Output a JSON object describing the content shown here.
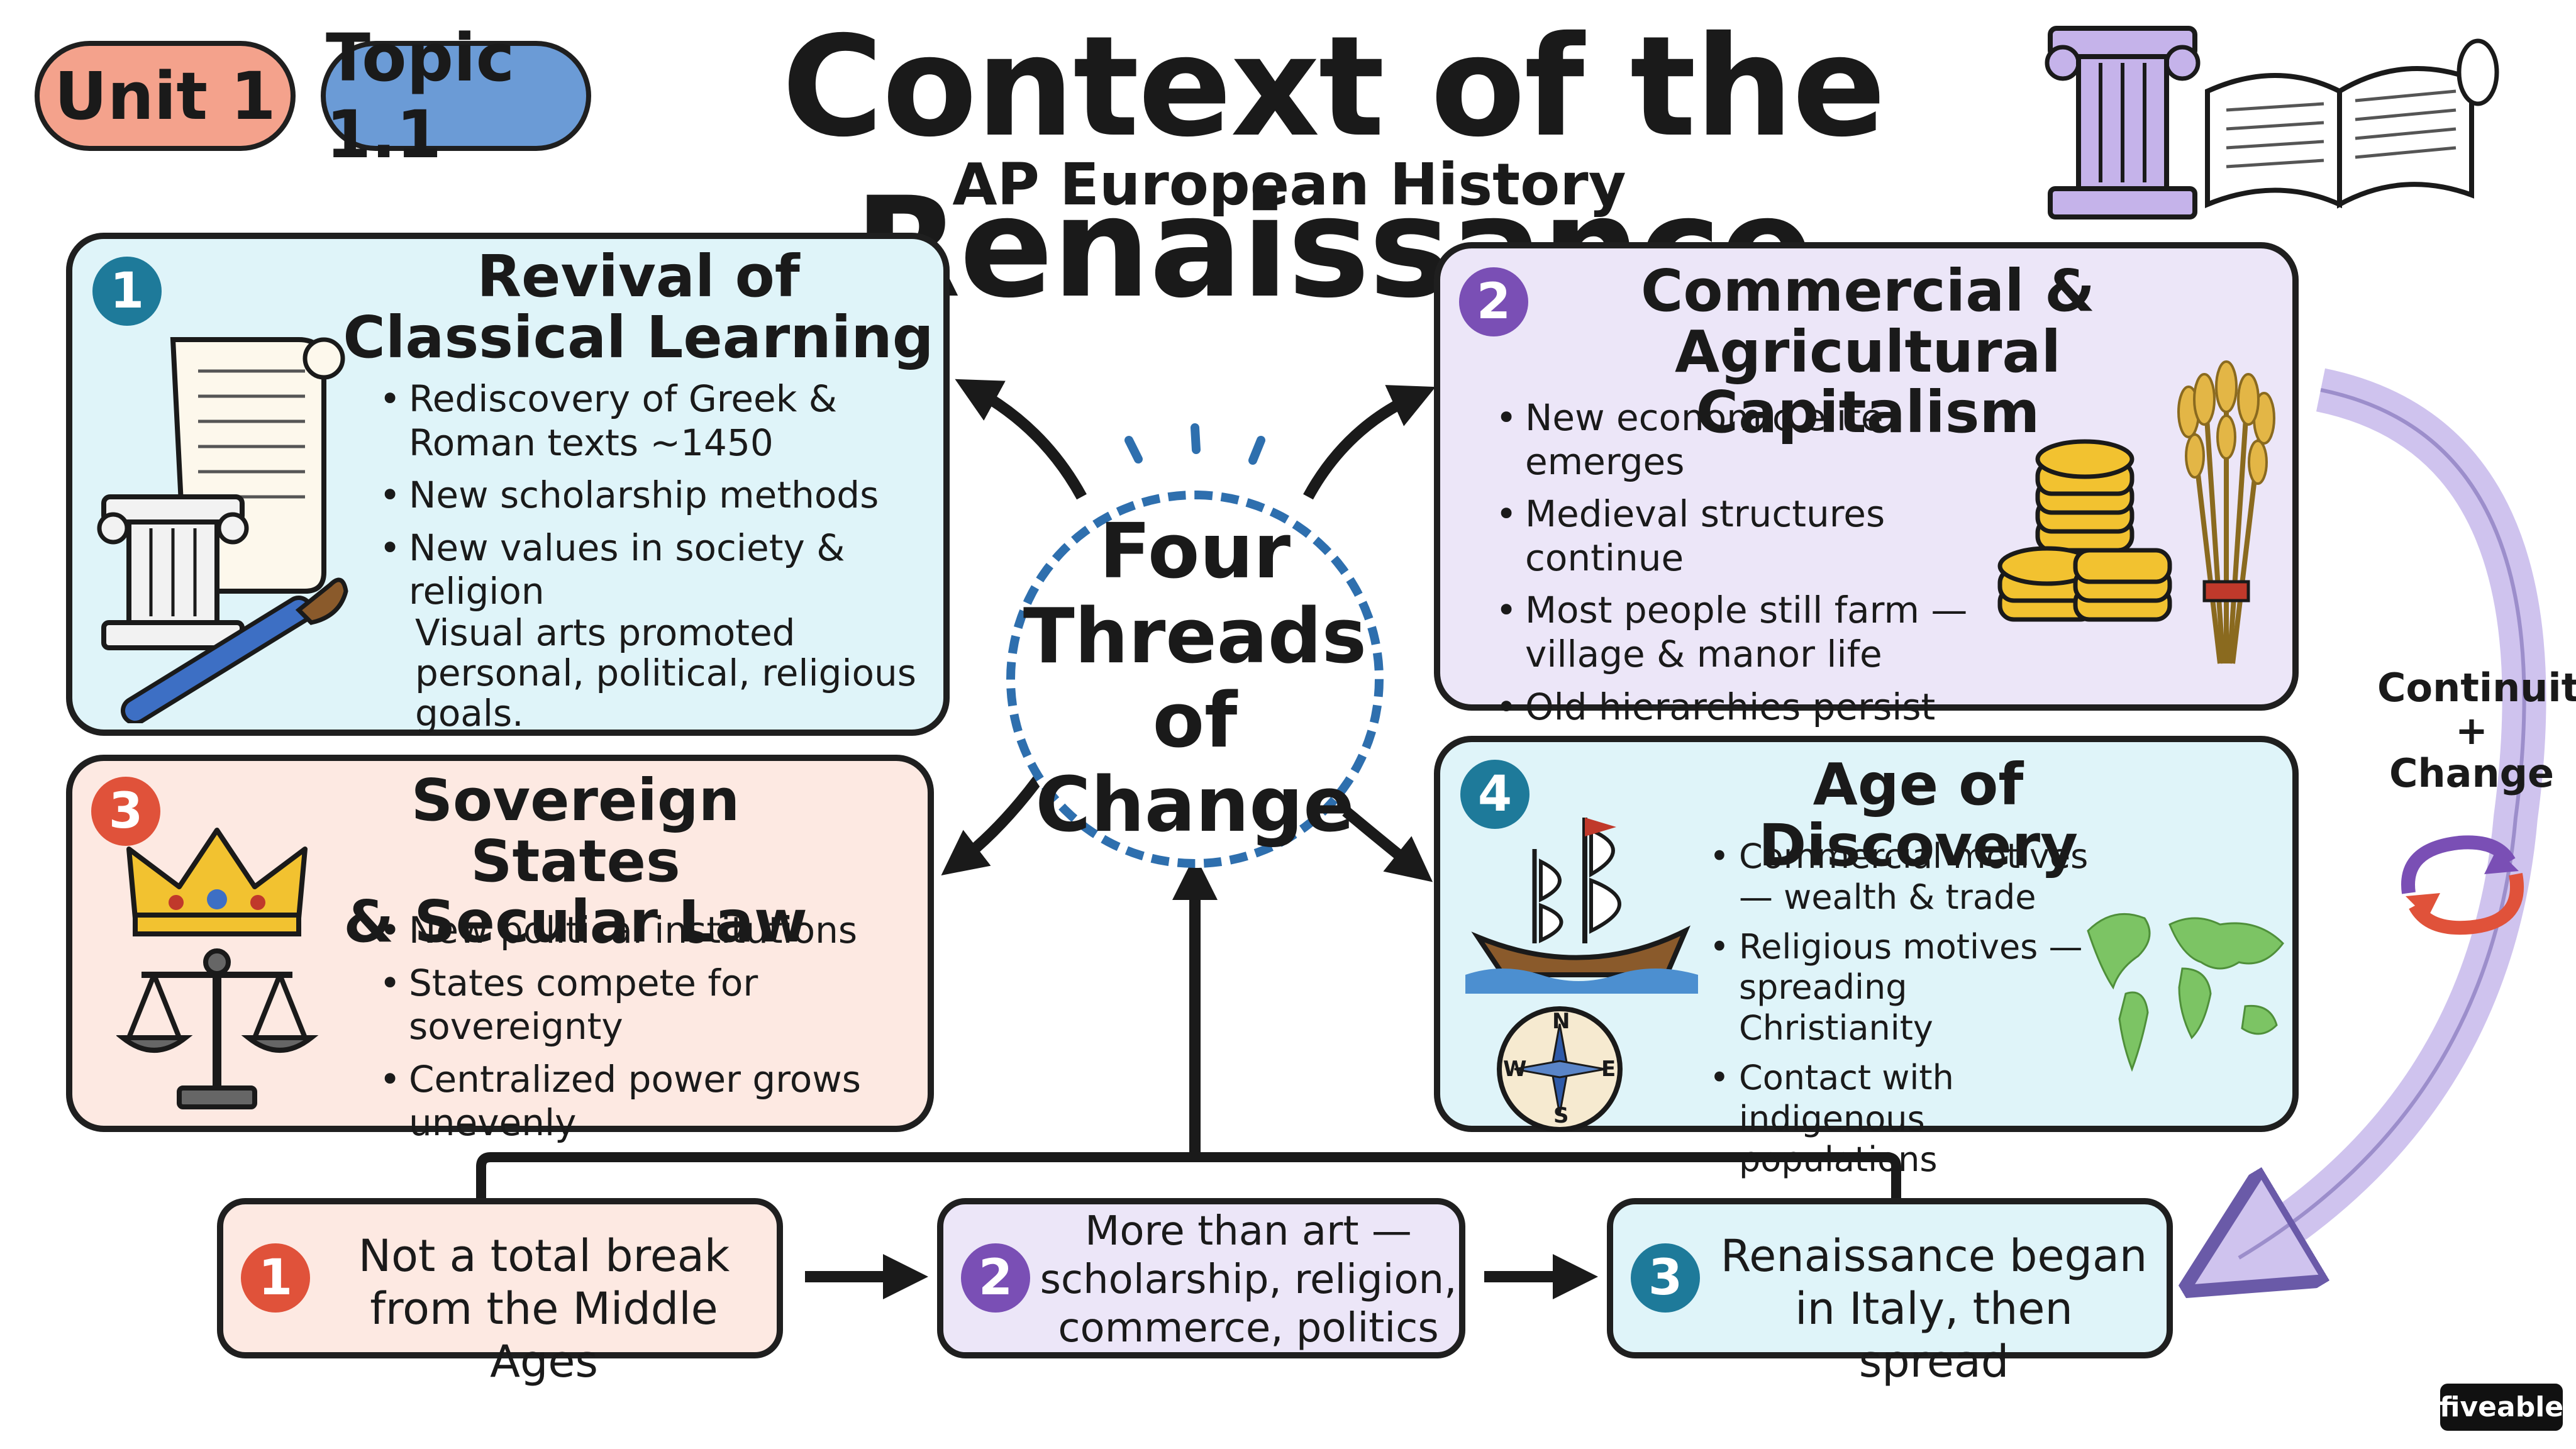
{
  "header": {
    "unit_label": "Unit 1",
    "topic_label": "Topic 1.1",
    "title": "Context of the Renaissance",
    "subtitle": "AP European History"
  },
  "center": {
    "line1": "Four",
    "line2": "Threads",
    "line3": "of Change"
  },
  "cards": [
    {
      "number": "1",
      "title_line1": "Revival of",
      "title_line2": "Classical Learning",
      "bullets": [
        "Rediscovery of Greek & Roman texts ~1450",
        "New scholarship methods",
        "New values in society & religion"
      ],
      "extra": "Visual arts promoted personal, political, religious goals."
    },
    {
      "number": "2",
      "title_line1": "Commercial &",
      "title_line2": "Agricultural Capitalism",
      "bullets": [
        "New economic elite emerges",
        "Medieval structures continue",
        "Most people still farm — village & manor life",
        "Old hierarchies persist"
      ]
    },
    {
      "number": "3",
      "title_line1": "Sovereign States",
      "title_line2": "& Secular Law",
      "bullets": [
        "New political institutions",
        "States compete for sovereignty",
        "Centralized power grows unevenly"
      ]
    },
    {
      "number": "4",
      "title_line1": "Age of Discovery",
      "bullets": [
        "Commercial motives — wealth & trade",
        "Religious motives — spreading Christianity",
        "Contact with indigenous populations"
      ]
    }
  ],
  "continuity": {
    "line1": "Continuity",
    "line2": "+",
    "line3": "Change"
  },
  "compass": {
    "n": "N",
    "e": "E",
    "s": "S",
    "w": "W"
  },
  "bottom": [
    {
      "number": "1",
      "line1": "Not a total break",
      "line2": "from the Middle Ages"
    },
    {
      "number": "2",
      "line1": "More than art —",
      "line2": "scholarship, religion,",
      "line3": "commerce, politics"
    },
    {
      "number": "3",
      "line1": "Renaissance began",
      "line2": "in Italy, then spread"
    }
  ],
  "brand": "fiveable",
  "colors": {
    "teal": "#1e7a9a",
    "purple": "#7a4fb5",
    "red": "#e0523a",
    "dashed_circle": "#2e6fae"
  }
}
